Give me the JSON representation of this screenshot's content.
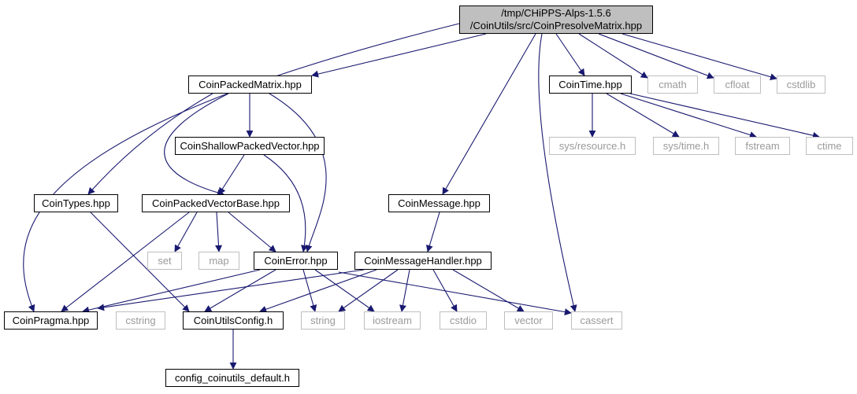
{
  "colors": {
    "edge": "#191970",
    "local_border": "#000000",
    "external_border": "#bfbfbf",
    "external_text": "#9a9a9a",
    "root_fill": "#bfbfbf"
  },
  "nodes": [
    {
      "id": "root",
      "kind": "root",
      "lines": [
        "/tmp/CHiPPS-Alps-1.5.6",
        "/CoinUtils/src/CoinPresolveMatrix.hpp"
      ]
    },
    {
      "id": "packedmatrix",
      "kind": "local",
      "lines": [
        "CoinPackedMatrix.hpp"
      ]
    },
    {
      "id": "cointime",
      "kind": "local",
      "lines": [
        "CoinTime.hpp"
      ]
    },
    {
      "id": "cmath",
      "kind": "external",
      "lines": [
        "cmath"
      ]
    },
    {
      "id": "cfloat",
      "kind": "external",
      "lines": [
        "cfloat"
      ]
    },
    {
      "id": "cstdlib",
      "kind": "external",
      "lines": [
        "cstdlib"
      ]
    },
    {
      "id": "shallow",
      "kind": "local",
      "lines": [
        "CoinShallowPackedVector.hpp"
      ]
    },
    {
      "id": "sysresource",
      "kind": "external",
      "lines": [
        "sys/resource.h"
      ]
    },
    {
      "id": "systime",
      "kind": "external",
      "lines": [
        "sys/time.h"
      ]
    },
    {
      "id": "fstream",
      "kind": "external",
      "lines": [
        "fstream"
      ]
    },
    {
      "id": "ctime",
      "kind": "external",
      "lines": [
        "ctime"
      ]
    },
    {
      "id": "cointypes",
      "kind": "local",
      "lines": [
        "CoinTypes.hpp"
      ]
    },
    {
      "id": "vectorbase",
      "kind": "local",
      "lines": [
        "CoinPackedVectorBase.hpp"
      ]
    },
    {
      "id": "coinmessage",
      "kind": "local",
      "lines": [
        "CoinMessage.hpp"
      ]
    },
    {
      "id": "set",
      "kind": "external",
      "lines": [
        "set"
      ]
    },
    {
      "id": "map",
      "kind": "external",
      "lines": [
        "map"
      ]
    },
    {
      "id": "coinerror",
      "kind": "local",
      "lines": [
        "CoinError.hpp"
      ]
    },
    {
      "id": "msghandler",
      "kind": "local",
      "lines": [
        "CoinMessageHandler.hpp"
      ]
    },
    {
      "id": "pragma",
      "kind": "local",
      "lines": [
        "CoinPragma.hpp"
      ]
    },
    {
      "id": "cstring",
      "kind": "external",
      "lines": [
        "cstring"
      ]
    },
    {
      "id": "utilsconfig",
      "kind": "local",
      "lines": [
        "CoinUtilsConfig.h"
      ]
    },
    {
      "id": "string",
      "kind": "external",
      "lines": [
        "string"
      ]
    },
    {
      "id": "iostream",
      "kind": "external",
      "lines": [
        "iostream"
      ]
    },
    {
      "id": "cstdio",
      "kind": "external",
      "lines": [
        "cstdio"
      ]
    },
    {
      "id": "vector",
      "kind": "external",
      "lines": [
        "vector"
      ]
    },
    {
      "id": "cassert",
      "kind": "external",
      "lines": [
        "cassert"
      ]
    },
    {
      "id": "configdefault",
      "kind": "local",
      "lines": [
        "config_coinutils_default.h"
      ]
    }
  ],
  "edges": [
    [
      "root",
      "packedmatrix"
    ],
    [
      "root",
      "cointime"
    ],
    [
      "root",
      "cmath"
    ],
    [
      "root",
      "cfloat"
    ],
    [
      "root",
      "cstdlib"
    ],
    [
      "root",
      "coinmessage"
    ],
    [
      "root",
      "pragma"
    ],
    [
      "root",
      "cassert"
    ],
    [
      "packedmatrix",
      "shallow"
    ],
    [
      "packedmatrix",
      "cointypes"
    ],
    [
      "packedmatrix",
      "vectorbase"
    ],
    [
      "packedmatrix",
      "coinerror"
    ],
    [
      "cointime",
      "sysresource"
    ],
    [
      "cointime",
      "systime"
    ],
    [
      "cointime",
      "fstream"
    ],
    [
      "cointime",
      "ctime"
    ],
    [
      "shallow",
      "vectorbase"
    ],
    [
      "shallow",
      "coinerror"
    ],
    [
      "cointypes",
      "utilsconfig"
    ],
    [
      "vectorbase",
      "set"
    ],
    [
      "vectorbase",
      "map"
    ],
    [
      "vectorbase",
      "coinerror"
    ],
    [
      "vectorbase",
      "pragma"
    ],
    [
      "coinmessage",
      "msghandler"
    ],
    [
      "coinerror",
      "pragma"
    ],
    [
      "coinerror",
      "utilsconfig"
    ],
    [
      "coinerror",
      "string"
    ],
    [
      "coinerror",
      "iostream"
    ],
    [
      "coinerror",
      "cassert"
    ],
    [
      "msghandler",
      "pragma"
    ],
    [
      "msghandler",
      "utilsconfig"
    ],
    [
      "msghandler",
      "string"
    ],
    [
      "msghandler",
      "iostream"
    ],
    [
      "msghandler",
      "cstdio"
    ],
    [
      "msghandler",
      "vector"
    ],
    [
      "utilsconfig",
      "configdefault"
    ]
  ]
}
